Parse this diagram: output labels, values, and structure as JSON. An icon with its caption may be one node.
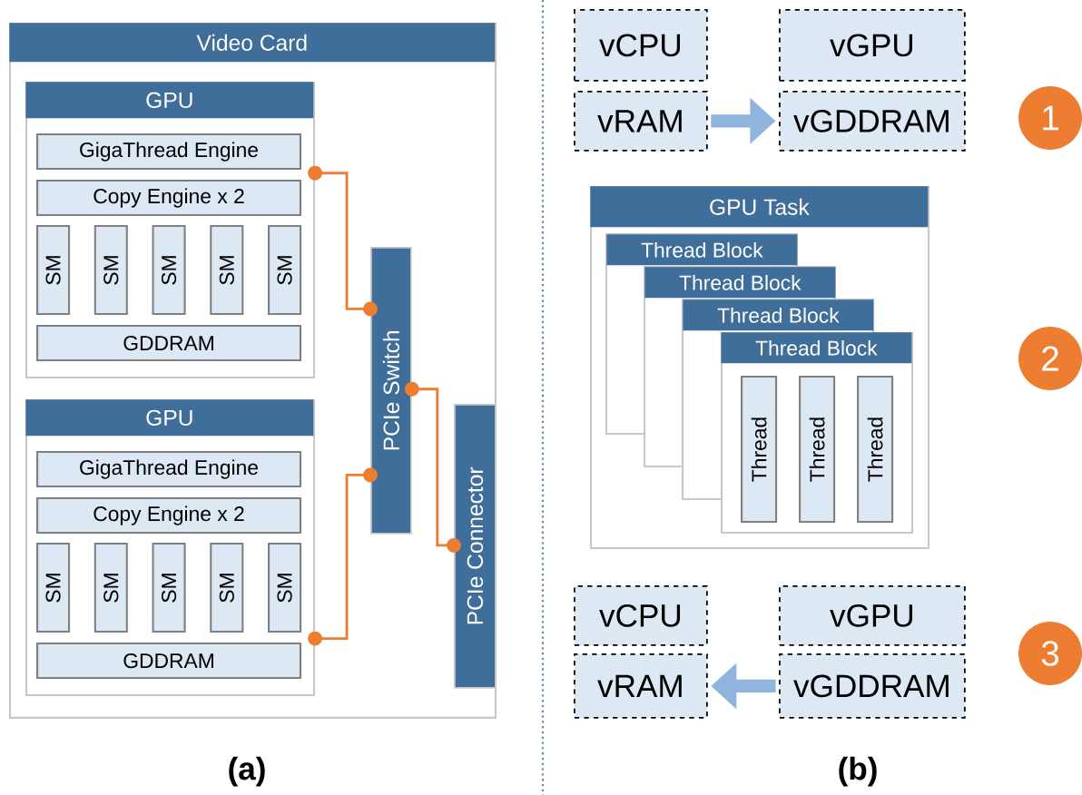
{
  "diagram": {
    "nodes": [
      {
        "text": [
          "Video Card"
        ]
      },
      {
        "text": [
          "GPU"
        ],
        "in": 0
      },
      {
        "text": [
          "GigaThread Engine"
        ],
        "in": 1
      },
      {
        "text": [
          "Copy Engine x 2"
        ],
        "in": 1
      },
      {
        "text": [
          "SM"
        ],
        "in": 1
      },
      {
        "text": [
          "SM"
        ],
        "in": 1
      },
      {
        "text": [
          "SM"
        ],
        "in": 1
      },
      {
        "text": [
          "SM"
        ],
        "in": 1
      },
      {
        "text": [
          "SM"
        ],
        "in": 1
      },
      {
        "text": [
          "GDDRAM"
        ],
        "in": 1
      },
      {
        "text": [
          "GPU"
        ],
        "in": 0
      },
      {
        "text": [
          "GigaThread Engine"
        ],
        "in": 10
      },
      {
        "text": [
          "Copy Engine x 2"
        ],
        "in": 10
      },
      {
        "text": [
          "SM"
        ],
        "in": 10
      },
      {
        "text": [
          "SM"
        ],
        "in": 10
      },
      {
        "text": [
          "SM"
        ],
        "in": 10
      },
      {
        "text": [
          "SM"
        ],
        "in": 10
      },
      {
        "text": [
          "SM"
        ],
        "in": 10
      },
      {
        "text": [
          "GDDRAM"
        ],
        "in": 10
      },
      {
        "text": [
          "PCIe Switch"
        ],
        "in": 0
      },
      {
        "text": [
          "PCIe Connector"
        ],
        "in": 0
      },
      {
        "text": [
          "vCPU"
        ]
      },
      {
        "text": [
          "vRAM"
        ]
      },
      {
        "text": [
          "vGPU"
        ]
      },
      {
        "text": [
          "vGDDRAM"
        ]
      },
      {
        "text": [
          "1"
        ]
      },
      {
        "text": [
          "GPU Task"
        ]
      },
      {
        "text": [
          "Thread Block"
        ],
        "in": 26
      },
      {
        "text": [
          "Thread Block"
        ],
        "in": 26
      },
      {
        "text": [
          "Thread Block"
        ],
        "in": 26
      },
      {
        "text": [
          "Thread Block"
        ],
        "in": 26
      },
      {
        "text": [
          "Thread"
        ],
        "in": 30
      },
      {
        "text": [
          "Thread"
        ],
        "in": 30
      },
      {
        "text": [
          "Thread"
        ],
        "in": 30
      },
      {
        "text": [
          "vCPU"
        ]
      },
      {
        "text": [
          "vRAM"
        ]
      },
      {
        "text": [
          "vGPU"
        ]
      },
      {
        "text": [
          "vGDDRAM"
        ]
      },
      {
        "text": [
          "2"
        ]
      },
      {
        "text": [
          "3"
        ]
      }
    ],
    "edges": [
      {
        "from": 1,
        "to": 19,
        "arrow": "other"
      },
      {
        "from": 10,
        "to": 19,
        "arrow": "other"
      },
      {
        "from": 19,
        "to": 20,
        "arrow": "other"
      },
      {
        "from": 22,
        "to": 24,
        "arrow": "to",
        "style": "thick",
        "color": "#8fb4dd"
      },
      {
        "from": 37,
        "to": 35,
        "arrow": "to",
        "style": "thick",
        "color": "#8fb4dd"
      }
    ],
    "labels": [
      "(a)",
      "(b)"
    ]
  }
}
